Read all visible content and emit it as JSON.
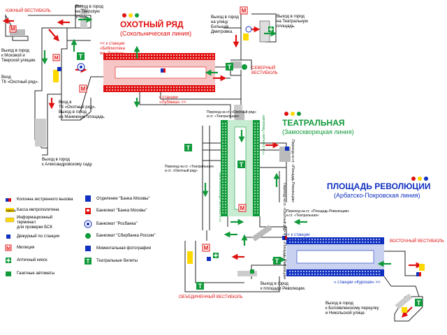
{
  "stations": {
    "okhotny": {
      "name": "ОХОТНЫЙ РЯД",
      "line": "(Сокольническая линия)",
      "color": "#e01010"
    },
    "teatralnaya": {
      "name": "ТЕАТРАЛЬНАЯ",
      "line": "(Замоскворецкая линия)",
      "color": "#109a3a"
    },
    "revolution": {
      "name": "ПЛОЩАДЬ РЕВОЛЮЦИИ",
      "line": "(Арбатско-Покровская линия)",
      "color": "#1030c0"
    }
  },
  "vestibules": {
    "south": "ЮЖНЫЙ ВЕСТИБЮЛЬ",
    "north": "СЕВЕРНЫЙ\nВЕСТИБЮЛЬ",
    "east": "ВОСТОЧНЫЙ ВЕСТИБЮЛЬ",
    "united": "ОБЪЕДИНЕННЫЙ ВЕСТИБЮЛЬ"
  },
  "exits": {
    "tverskaya": "Выход в город\nна Тверскую\nулицу.",
    "mokhovaya": "Выход в город\nк Моховой и\nТверской улицам.",
    "okhotny_tk": "Вход\nТК «Охотный ряд».",
    "okhotny_tk2": "Вход в\nТК «Охотный ряд».",
    "manezh": "Выход в город\nна Манежную площадь.",
    "alexandrovsky": "Выход в город\nк Александровскому саду.",
    "bolshaya_dm": "Выход в город\nна улицу\nБольшая\nДмитровка.",
    "teatralnaya_sq": "Выход в город\nна Театральную\nплощадь.",
    "revolution_sq": "Выход в город\nк площади Революции.",
    "bogoyavlensky": "Выход в город\nк Богоявленскому переулку\nи Никольской улице."
  },
  "directions": {
    "biblioteka": "<< к станции\n«Библиотека\nим. Ленина»",
    "lubyanka": "к станции\n«Лубянка» >>",
    "tverskaya": "<< к станции «Тверская»",
    "novokuz": "<< к станции «Новокузнецкая»",
    "arbatskaya": "<< к станции\n«Арбатская»",
    "kurskaya": "« станции «Курская» >>"
  },
  "transfers": {
    "t1": "Переход на ст. «Охотный ряд»\nи ст. «Театральная»",
    "t2": "Переход на ст. «Театральная»\nи ст. «Охотный ряд»",
    "t3": "Переход на ст. «Площадь Революции»\nи ст. «Театральная»",
    "t4": "Переход на ст. «Охотный ряд»\nи ст. «Площадь Революции»",
    "t5": "Переход на ст.\n«Площадь Революции»"
  },
  "legend": {
    "col1": [
      {
        "icon": "emergency-column-icon",
        "text": "Колонна экстренного вызова",
        "color": "#1030c0"
      },
      {
        "icon": "ticket-office-icon",
        "text": "Касса метрополитена",
        "color": "#ffd800"
      },
      {
        "icon": "info-terminal-icon",
        "text": "Информационный терминал\nдля проверки БСК",
        "color": "#ffd800"
      },
      {
        "icon": "duty-post-icon",
        "text": "Дежурный по станции",
        "color": "#1030c0"
      },
      {
        "icon": "police-icon",
        "text": "Милиция",
        "color": "#e01010"
      },
      {
        "icon": "pharmacy-icon",
        "text": "Аптечный киоск",
        "color": "#109a3a"
      },
      {
        "icon": "newspaper-icon",
        "text": "Газетные автоматы",
        "color": "#109a3a"
      }
    ],
    "col2": [
      {
        "icon": "bank-moscow-branch-icon",
        "text": "Отделение \"Банка Москвы\"",
        "color": "#1030c0"
      },
      {
        "icon": "atm-bank-moscow-icon",
        "text": "Банкомат \"Банка Москвы\"",
        "color": "#e01010"
      },
      {
        "icon": "atm-rosbank-icon",
        "text": "Банкомат \"Росбанка\"",
        "color": "#1030c0"
      },
      {
        "icon": "atm-sberbank-icon",
        "text": "Банкомат \"Сбербанка России\"",
        "color": "#109a3a"
      },
      {
        "icon": "photo-booth-icon",
        "text": "Моментальная фотография",
        "color": "#1030c0"
      },
      {
        "icon": "theatre-tickets-icon",
        "text": "Театральные билеты",
        "color": "#109a3a"
      }
    ]
  },
  "icons": {
    "ticket_letter": "T",
    "metro_letter": "M",
    "kassa": "КАССА"
  }
}
